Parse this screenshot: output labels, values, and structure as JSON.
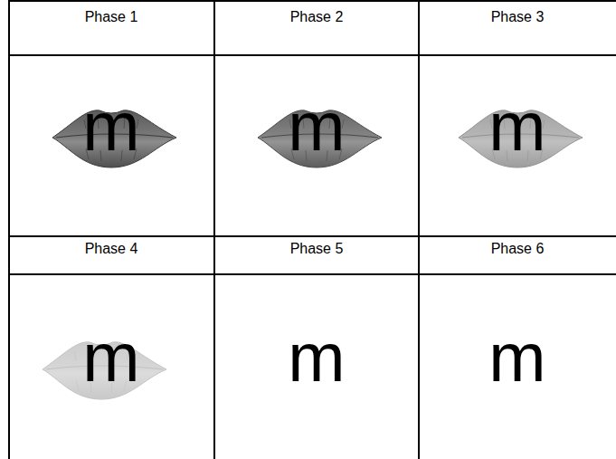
{
  "diagram": {
    "labels": [
      "Phase 1",
      "Phase 2",
      "Phase 3",
      "m",
      "m",
      "m",
      "Phase 4",
      "Phase 5",
      "Phase 6",
      "m",
      "m",
      "m"
    ]
  }
}
